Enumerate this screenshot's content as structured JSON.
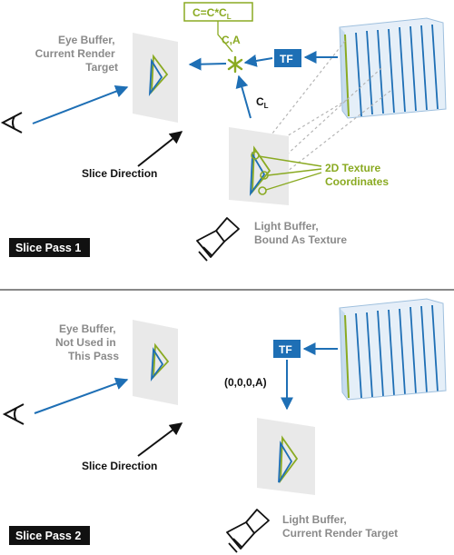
{
  "colors": {
    "blue": "#1e6fb5",
    "green": "#8aaa22",
    "gray_text": "#8a8a8a",
    "panel": "#e9e9e9",
    "black": "#111111"
  },
  "icons": {
    "eye": "eye-icon",
    "light": "spotlight-icon"
  },
  "pass1": {
    "eye_buffer": [
      "Eye Buffer,",
      "Current Render",
      "Target"
    ],
    "formula": "C=C*C",
    "formula_sub": "L",
    "ca_label": "C,A",
    "tf_label": "TF",
    "cl_label": "C",
    "cl_sub": "L",
    "slice_direction": "Slice Direction",
    "texture_coords": [
      "2D Texture",
      "Coordinates"
    ],
    "light_buffer": [
      "Light Buffer,",
      "Bound As Texture"
    ],
    "pass_label": "Slice Pass 1"
  },
  "pass2": {
    "eye_buffer": [
      "Eye Buffer,",
      "Not Used in",
      "This Pass"
    ],
    "tf_label": "TF",
    "zero_label": "(0,0,0,A)",
    "slice_direction": "Slice Direction",
    "light_buffer": [
      "Light Buffer,",
      "Current Render Target"
    ],
    "pass_label": "Slice Pass 2"
  }
}
